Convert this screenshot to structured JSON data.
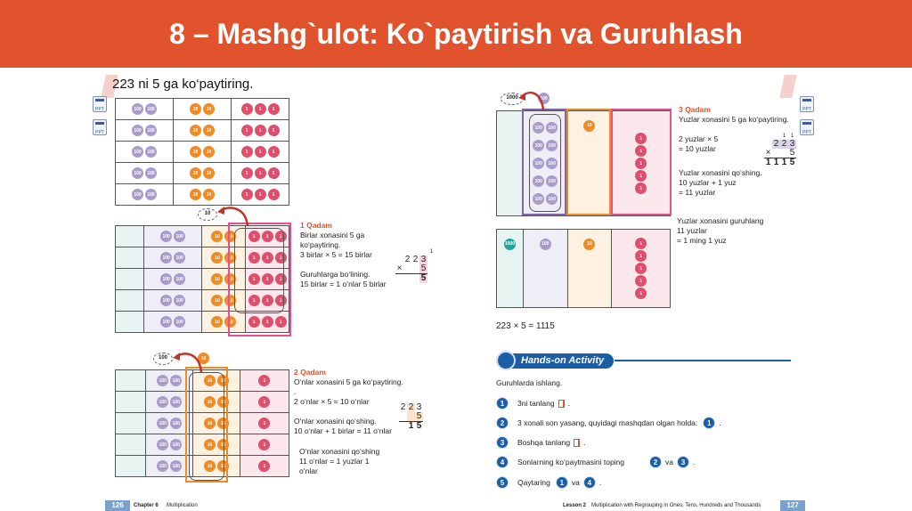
{
  "title": "8 – Mashg`ulot: Ko`paytirish va Guruhlash",
  "task": "223 ni 5 ga ko‘paytiring.",
  "icons": {
    "file_label": "PPT"
  },
  "disks": {
    "hundred": "100",
    "ten": "10",
    "one": "1",
    "thousand": "1000"
  },
  "step1": {
    "heading": "1 Qadam",
    "lines": [
      "Birlar xonasini 5 ga",
      "ko‘paytiring.",
      "3 birlar × 5 = 15 birlar",
      "",
      "Guruhlarga bo‘lining.",
      "15 birlar = 1 o‘nlar 5 birlar"
    ],
    "calc": {
      "carry": [
        "",
        "",
        "1"
      ],
      "top": [
        "2",
        "2",
        "3"
      ],
      "op": "×",
      "mult": [
        "",
        "",
        "5"
      ],
      "result": [
        "",
        "",
        "5"
      ]
    }
  },
  "step2": {
    "heading": "2 Qadam",
    "lines": [
      "O‘nlar xonasini 5 ga ko‘paytiring.",
      ".",
      "2 o‘nlar × 5 = 10 o‘nlar",
      "",
      "O‘nlar xonasini qo‘shing.",
      "10 o‘nlar + 1 birlar = 11 o‘nlar"
    ],
    "lines2": [
      "O‘nlar xonasini qo‘shing",
      "11 o‘nlar = 1 yuzlar 1",
      "o‘nlar"
    ],
    "calc": {
      "top": [
        "2",
        "2",
        "3"
      ],
      "mult": [
        "",
        "",
        "5"
      ],
      "result": [
        "",
        "1",
        "5"
      ]
    }
  },
  "step3": {
    "heading": "3  Qadam",
    "lines": [
      "Yuzlar xonasini 5 ga ko‘paytiring.",
      "",
      "2 yuzlar × 5",
      "= 10 yuzlar"
    ],
    "lines2": [
      "Yuzlar xonasini qo‘shing.",
      "10 yuzlar + 1 yuz",
      "= 11 yuzlar"
    ],
    "lines3": [
      "Yuzlar xonasini guruhlang",
      "11 yuzlar",
      "= 1 ming 1 yuz"
    ],
    "calc": {
      "carry": [
        "",
        "1",
        "1"
      ],
      "top": [
        "",
        "2",
        "2",
        "3"
      ],
      "op": "×",
      "mult": [
        "",
        "",
        "",
        "5"
      ],
      "result": [
        "1",
        "1",
        "1",
        "5"
      ]
    }
  },
  "result": "223 × 5 = 1115",
  "hands_on": {
    "title": "Hands-on Activity",
    "intro": "Guruhlarda ishlang.",
    "items": [
      {
        "n": "1",
        "text": "3ni tanlang",
        "tail": "."
      },
      {
        "n": "2",
        "text": "3 xonali son yasang, quyidagi mashqdan olgan holda:",
        "ref": "1",
        "tail": "."
      },
      {
        "n": "3",
        "text": "Boshqa tanlang",
        "tail": "."
      },
      {
        "n": "4",
        "text": "Sonlarning ko‘paytmasini toping",
        "ref": "2",
        "mid": "va",
        "ref2": "3",
        "tail": "."
      },
      {
        "n": "5",
        "text": "Qaytaring",
        "ref": "1",
        "mid": "va",
        "ref2": "4",
        "tail": "."
      }
    ]
  },
  "footer": {
    "left_page": "126",
    "left_chapter": "Chapter 6",
    "left_title": "Multiplication",
    "right_lesson": "Lesson 2",
    "right_title": "Multiplication with Regrouping in Ones, Tens, Hundreds and Thousands",
    "right_page": "127"
  },
  "colors": {
    "title_bg": "#e0532c",
    "hundred": "#a89cc8",
    "ten": "#f08a24",
    "one": "#df4e6a",
    "thousand": "#20a79a",
    "accent_blue": "#1b5ea6"
  }
}
